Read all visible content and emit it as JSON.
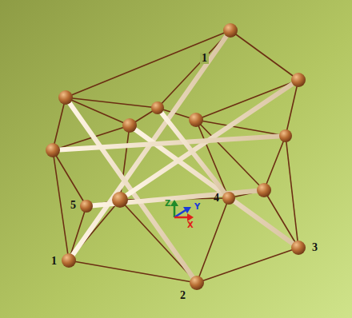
{
  "diagram": {
    "labels": [
      "1",
      "5",
      "4",
      "1",
      "2",
      "3",
      "Z",
      "Y",
      "X"
    ]
  }
}
